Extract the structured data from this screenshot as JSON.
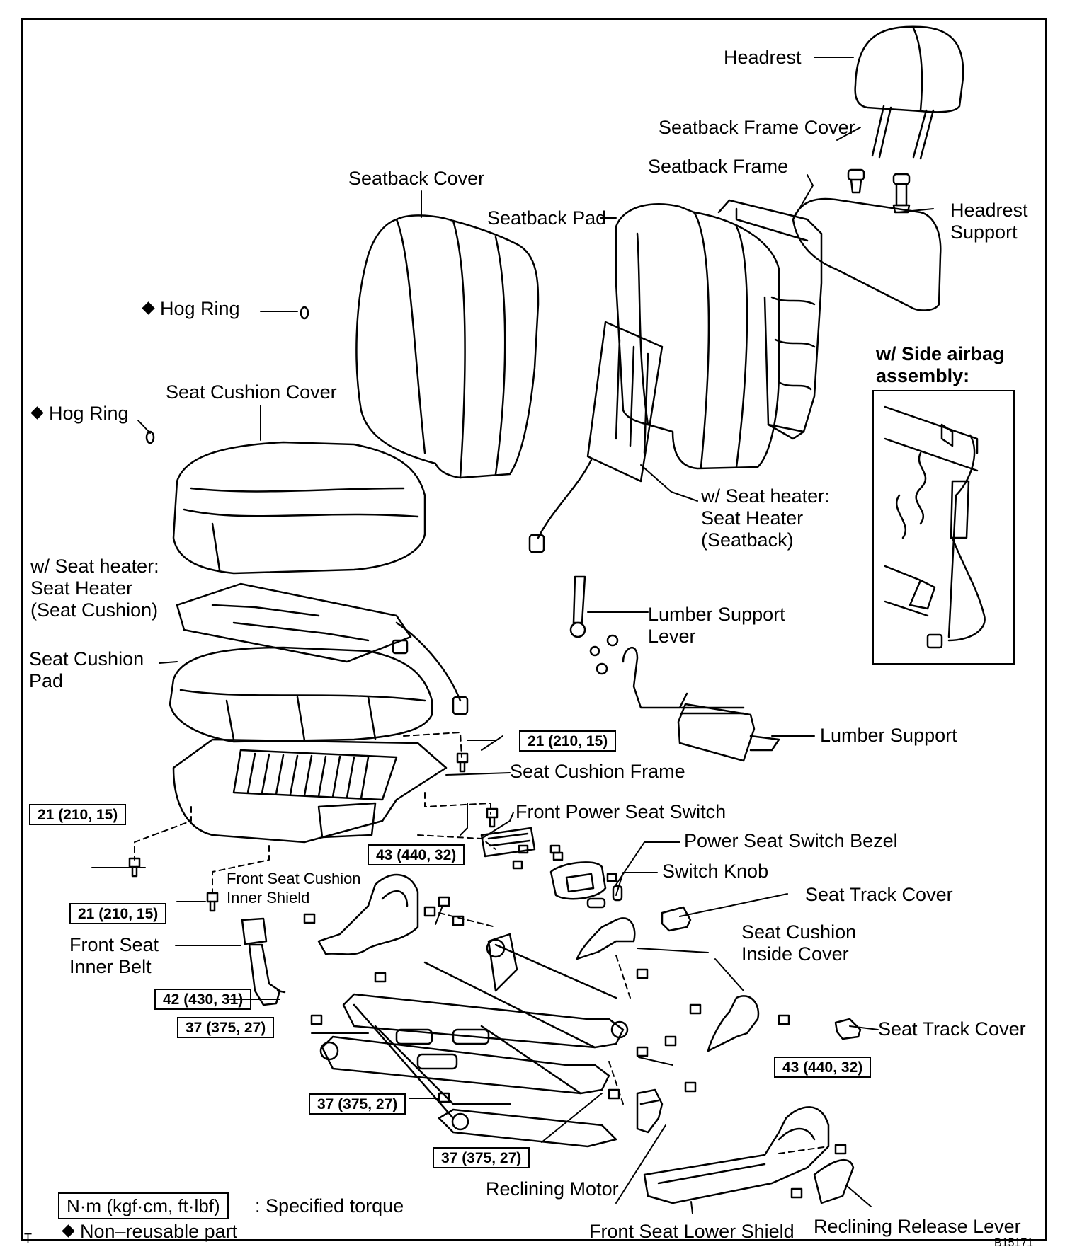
{
  "labels": {
    "headrest": "Headrest",
    "seatback_frame_cover": "Seatback Frame Cover",
    "seatback_frame": "Seatback Frame",
    "seatback_cover": "Seatback Cover",
    "seatback_pad": "Seatback Pad",
    "headrest_support": "Headrest\nSupport",
    "hog_ring_1": "Hog Ring",
    "hog_ring_2": "Hog Ring",
    "side_airbag": "w/ Side airbag\nassembly:",
    "seat_cushion_cover": "Seat Cushion Cover",
    "seat_heater_seatback": "w/ Seat heater:\nSeat Heater\n(Seatback)",
    "seat_heater_cushion": "w/ Seat heater:\nSeat Heater\n(Seat Cushion)",
    "lumber_support_lever": "Lumber Support\nLever",
    "seat_cushion_pad": "Seat Cushion\nPad",
    "lumber_support": "Lumber Support",
    "seat_cushion_frame": "Seat Cushion Frame",
    "front_power_seat_switch": "Front Power Seat Switch",
    "power_seat_switch_bezel": "Power Seat Switch Bezel",
    "switch_knob": "Switch Knob",
    "front_seat_cushion_inner_shield": "Front Seat Cushion\nInner Shield",
    "seat_track_cover_1": "Seat Track Cover",
    "seat_cushion_inside_cover": "Seat Cushion\nInside Cover",
    "front_seat_inner_belt": "Front Seat\nInner Belt",
    "seat_track_cover_2": "Seat Track Cover",
    "reclining_motor": "Reclining Motor",
    "front_seat_lower_shield": "Front Seat Lower Shield",
    "reclining_release_lever": "Reclining Release Lever"
  },
  "torques": {
    "t1": "21 (210, 15)",
    "t2": "21 (210, 15)",
    "t3": "43 (440, 32)",
    "t4": "21 (210, 15)",
    "t5": "42 (430, 31)",
    "t6": "37 (375, 27)",
    "t7": "43 (440, 32)",
    "t8": "37 (375, 27)",
    "t9": "37 (375, 27)"
  },
  "legend": {
    "unit": "N·m (kgf·cm, ft·lbf)",
    "specified": ": Specified torque",
    "non_reusable": "Non–reusable part"
  },
  "corner_mark": "T",
  "figure_code": "B15171"
}
